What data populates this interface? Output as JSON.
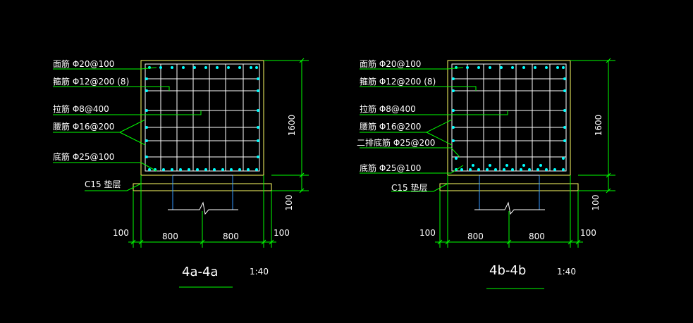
{
  "colors": {
    "background": "#000000",
    "concrete": "#ffff66",
    "rebar": "#ffffff",
    "leader": "#00ff00",
    "dimension": "#00ff00",
    "text": "#ffffff",
    "column": "#3399ff",
    "rebar_dot": "#00ffff"
  },
  "sections": [
    {
      "title": "4a-4a",
      "scale": "1:40",
      "labels": {
        "top_bar": "面筋 Φ20@100",
        "stirrup": "箍筋 Φ12@200 (8)",
        "tie": "拉筋 Φ8@400",
        "waist": "腰筋 Φ16@200",
        "bottom": "底筋 Φ25@100",
        "cushion": "C15 垫层"
      },
      "dims": {
        "height": "1600",
        "cushion_thk": "100",
        "left_ext": "100",
        "span_left": "800",
        "span_right": "800",
        "right_ext": "100"
      }
    },
    {
      "title": "4b-4b",
      "scale": "1:40",
      "labels": {
        "top_bar": "面筋 Φ20@100",
        "stirrup": "箍筋 Φ12@200 (8)",
        "tie": "拉筋 Φ8@400",
        "waist": "腰筋 Φ16@200",
        "second_bottom": "二排底筋 Φ25@200",
        "bottom": "底筋 Φ25@100",
        "cushion": "C15 垫层"
      },
      "dims": {
        "height": "1600",
        "cushion_thk": "100",
        "left_ext": "100",
        "span_left": "800",
        "span_right": "800",
        "right_ext": "100"
      }
    }
  ]
}
